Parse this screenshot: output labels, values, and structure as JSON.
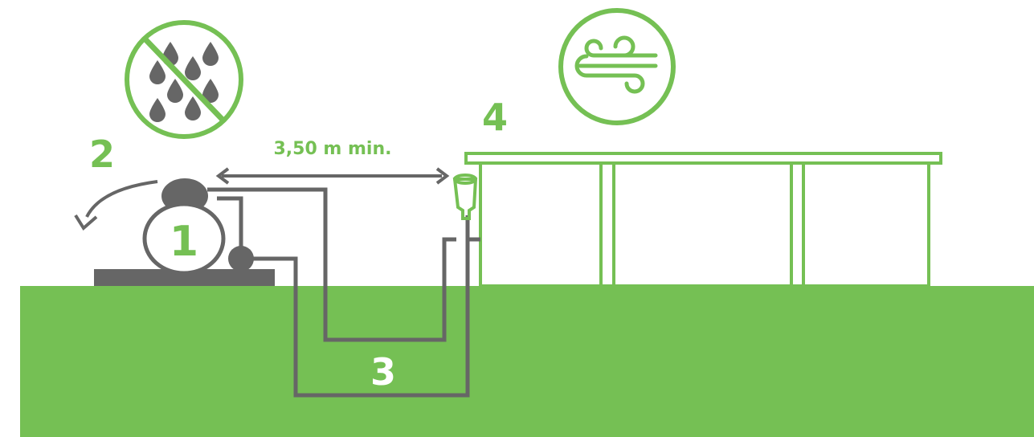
{
  "colors": {
    "green": "#75c054",
    "gray": "#666666",
    "white": "#ffffff"
  },
  "labels": {
    "distance": "3,50 m min.",
    "num_1": "1",
    "num_2": "2",
    "num_3": "3",
    "num_4": "4"
  },
  "icons": {
    "no_rain": "no-rain-icon",
    "wind": "wind-icon"
  }
}
